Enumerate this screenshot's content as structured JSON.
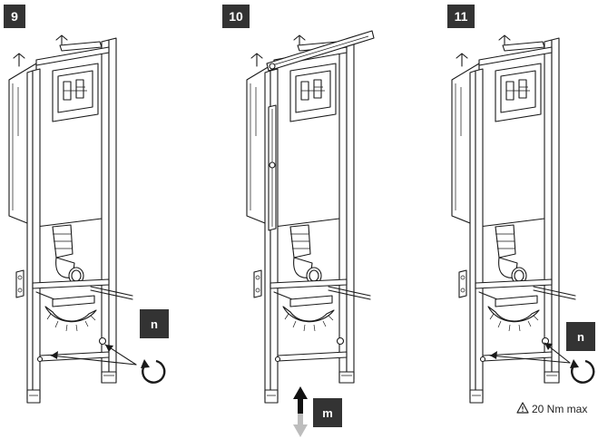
{
  "steps": [
    {
      "number": "9",
      "callout": "n",
      "note": ""
    },
    {
      "number": "10",
      "callout": "m",
      "note": ""
    },
    {
      "number": "11",
      "callout": "n",
      "note": "20 Nm max"
    }
  ],
  "colors": {
    "badge": "#333333",
    "line": "#1a1a1a",
    "arrow_dark": "#111111",
    "arrow_light": "#bdbdbd"
  },
  "icons": {
    "warning": "warning-triangle-icon",
    "rotate": "rotate-clockwise-icon"
  }
}
